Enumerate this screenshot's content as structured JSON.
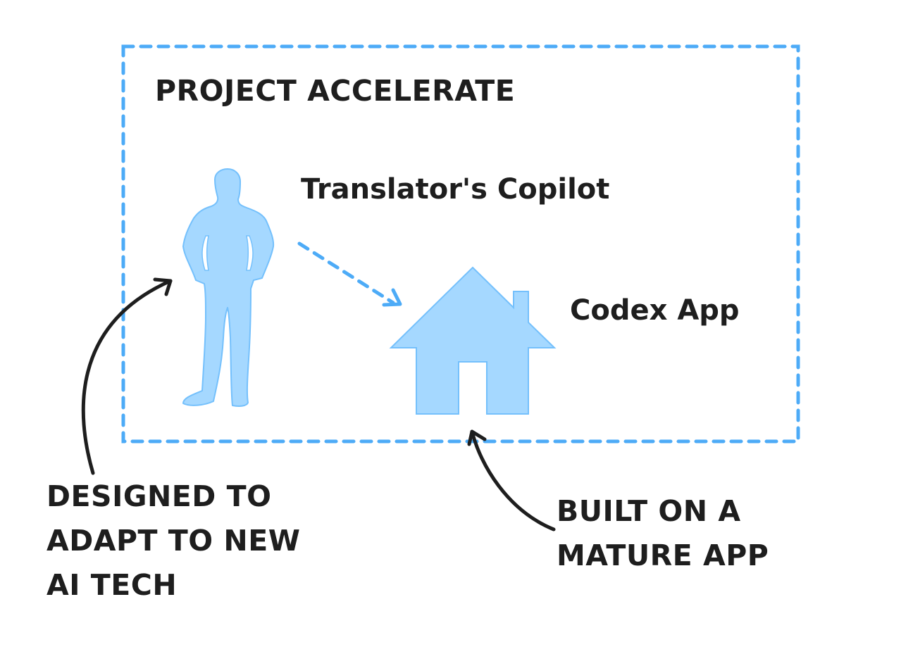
{
  "diagram": {
    "title": "PROJECT ACCELERATE",
    "nodes": {
      "translator": {
        "label": "Translator's Copilot",
        "icon": "person-silhouette-icon"
      },
      "codex": {
        "label": "Codex App",
        "icon": "house-icon"
      }
    },
    "annotations": {
      "left": {
        "lines": [
          "DESIGNED TO",
          "ADAPT TO NEW",
          "AI TECH"
        ]
      },
      "right": {
        "lines": [
          "BUILT ON A",
          "MATURE APP"
        ]
      }
    },
    "colors": {
      "frame": "#4dabf7",
      "icon_fill": "#a5d8ff",
      "icon_stroke": "#74c0fc",
      "text": "#1e1e1e"
    }
  }
}
